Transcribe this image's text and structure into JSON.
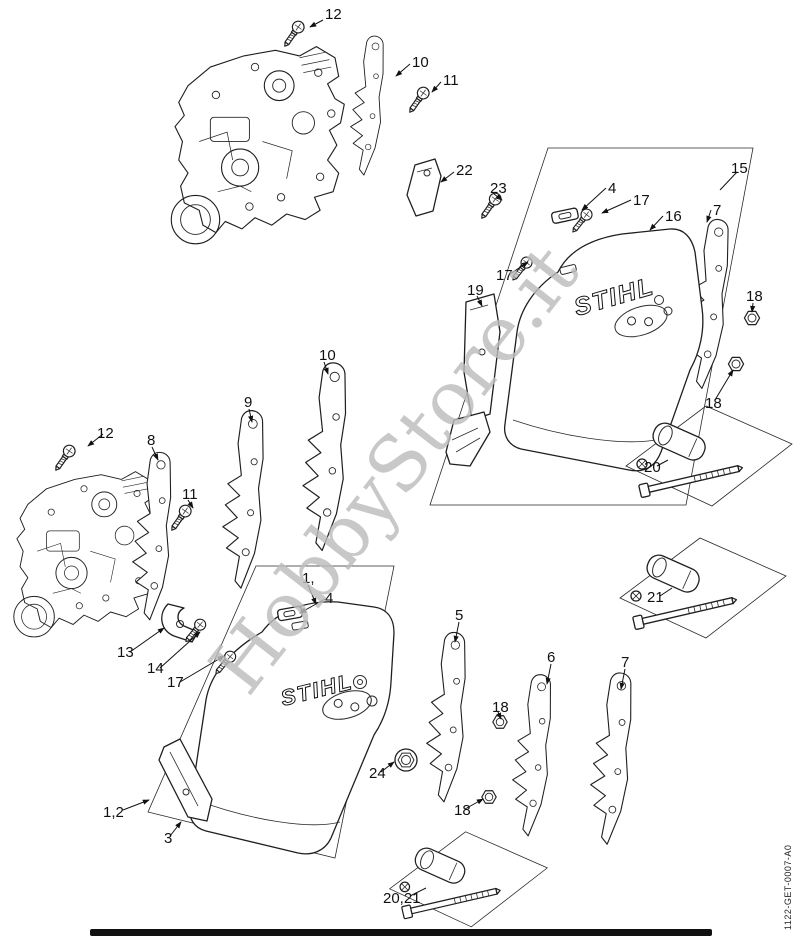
{
  "page": {
    "background": "#ffffff",
    "line_color": "#1f1f1f",
    "watermark": "HobbyStore.it",
    "watermark_color": "#bdbdbd",
    "doc_code": "1122-GET-0007-A0"
  },
  "diagram": {
    "brand_logo": "STIHL",
    "callouts": [
      {
        "label": "12"
      },
      {
        "label": "10"
      },
      {
        "label": "11"
      },
      {
        "label": "22"
      },
      {
        "label": "23"
      },
      {
        "label": "15"
      },
      {
        "label": "4"
      },
      {
        "label": "17"
      },
      {
        "label": "16"
      },
      {
        "label": "7"
      },
      {
        "label": "17"
      },
      {
        "label": "19"
      },
      {
        "label": "18"
      },
      {
        "label": "18"
      },
      {
        "label": "20"
      },
      {
        "label": "21"
      },
      {
        "label": "12"
      },
      {
        "label": "8"
      },
      {
        "label": "9"
      },
      {
        "label": "10"
      },
      {
        "label": "11"
      },
      {
        "label": "13"
      },
      {
        "label": "14"
      },
      {
        "label": "17"
      },
      {
        "label": "1,"
      },
      {
        "label": "4"
      },
      {
        "label": "5"
      },
      {
        "label": "6"
      },
      {
        "label": "7"
      },
      {
        "label": "18"
      },
      {
        "label": "24"
      },
      {
        "label": "18"
      },
      {
        "label": "3"
      },
      {
        "label": "1,2"
      },
      {
        "label": "20,21"
      }
    ]
  }
}
